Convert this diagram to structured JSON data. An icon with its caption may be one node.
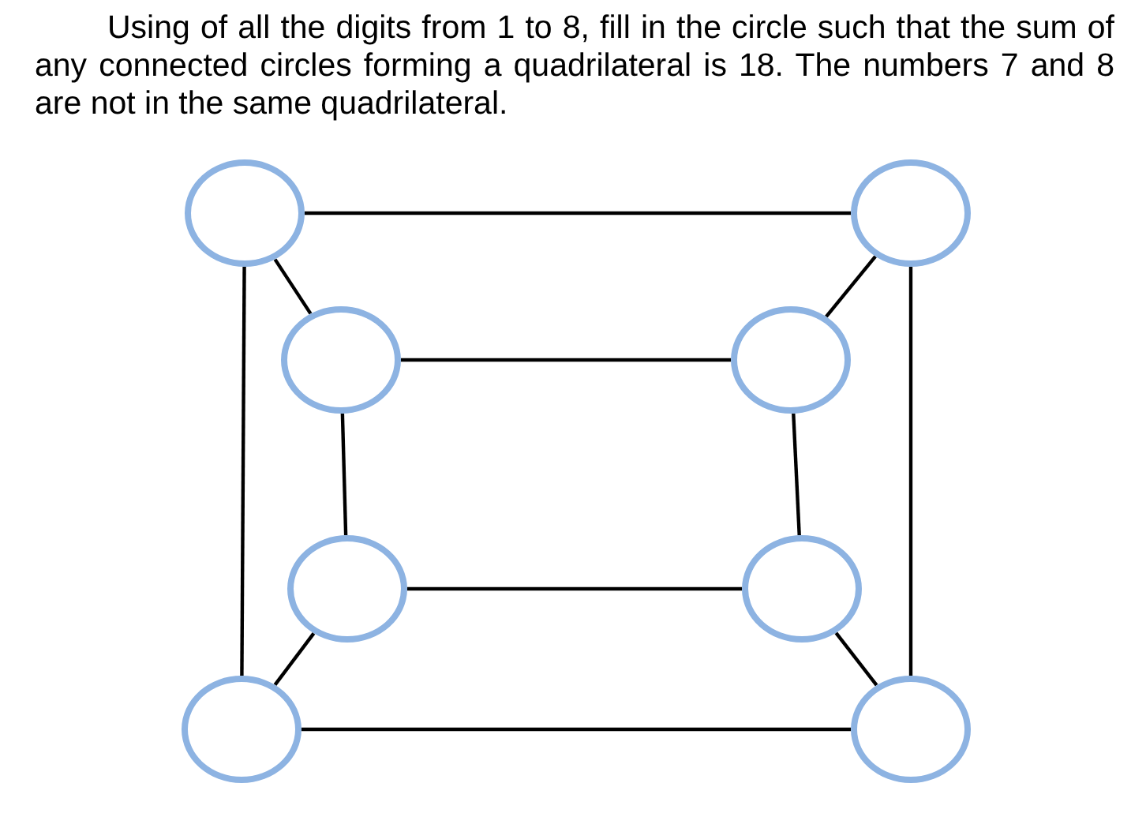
{
  "diagram": {
    "title": "Using of all the digits from 1 to 8, fill in the circle such that the sum of any connected circles forming a quadrilateral is 18. The numbers 7 and 8 are not in the same quadrilateral.",
    "nodes": [
      {
        "text": [],
        "shape": "circle"
      },
      {
        "text": [],
        "shape": "circle"
      },
      {
        "text": [],
        "shape": "circle"
      },
      {
        "text": [],
        "shape": "circle"
      },
      {
        "text": [],
        "shape": "circle"
      },
      {
        "text": [],
        "shape": "circle"
      },
      {
        "text": [],
        "shape": "circle"
      },
      {
        "text": [],
        "shape": "circle"
      }
    ],
    "edges": [
      {
        "from": 0,
        "to": 1,
        "arrow": "none"
      },
      {
        "from": 0,
        "to": 2,
        "arrow": "none"
      },
      {
        "from": 1,
        "to": 3,
        "arrow": "none"
      },
      {
        "from": 2,
        "to": 3,
        "arrow": "none"
      },
      {
        "from": 0,
        "to": 6,
        "arrow": "none"
      },
      {
        "from": 1,
        "to": 7,
        "arrow": "none"
      },
      {
        "from": 2,
        "to": 4,
        "arrow": "none"
      },
      {
        "from": 3,
        "to": 5,
        "arrow": "none"
      },
      {
        "from": 4,
        "to": 5,
        "arrow": "none"
      },
      {
        "from": 4,
        "to": 6,
        "arrow": "none"
      },
      {
        "from": 5,
        "to": 7,
        "arrow": "none"
      },
      {
        "from": 6,
        "to": 7,
        "arrow": "none"
      }
    ]
  }
}
